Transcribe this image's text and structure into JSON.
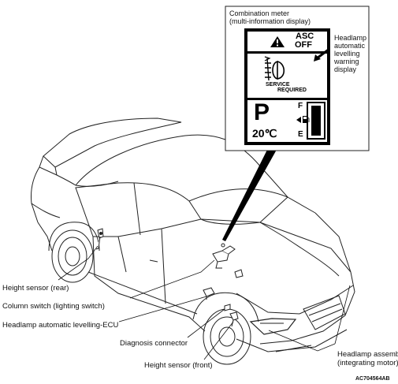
{
  "meter": {
    "title_line1": "Combination meter",
    "title_line2": "(multi-information display)",
    "asc_line1": "ASC",
    "asc_line2": "OFF",
    "service_line1": "SERVICE",
    "service_line2": "REQUIRED",
    "gear": "P",
    "temperature": "20℃",
    "fuel_full": "F",
    "fuel_empty": "E"
  },
  "warning_label": [
    "Headlamp",
    "automatic",
    "levelling",
    "warning",
    "display"
  ],
  "labels": {
    "height_sensor_rear": "Height sensor (rear)",
    "column_switch": "Column switch (lighting switch)",
    "levelling_ecu": "Headlamp automatic levelling-ECU",
    "diagnosis_connector": "Diagnosis connector",
    "height_sensor_front": "Height sensor (front)",
    "headlamp_assembly_line1": "Headlamp assembly",
    "headlamp_assembly_line2": "(integrating motor)"
  },
  "figure_code": "AC704564AB",
  "icons": [
    "warning-triangle-icon",
    "headlamp-levelling-icon",
    "fuel-pump-icon"
  ]
}
